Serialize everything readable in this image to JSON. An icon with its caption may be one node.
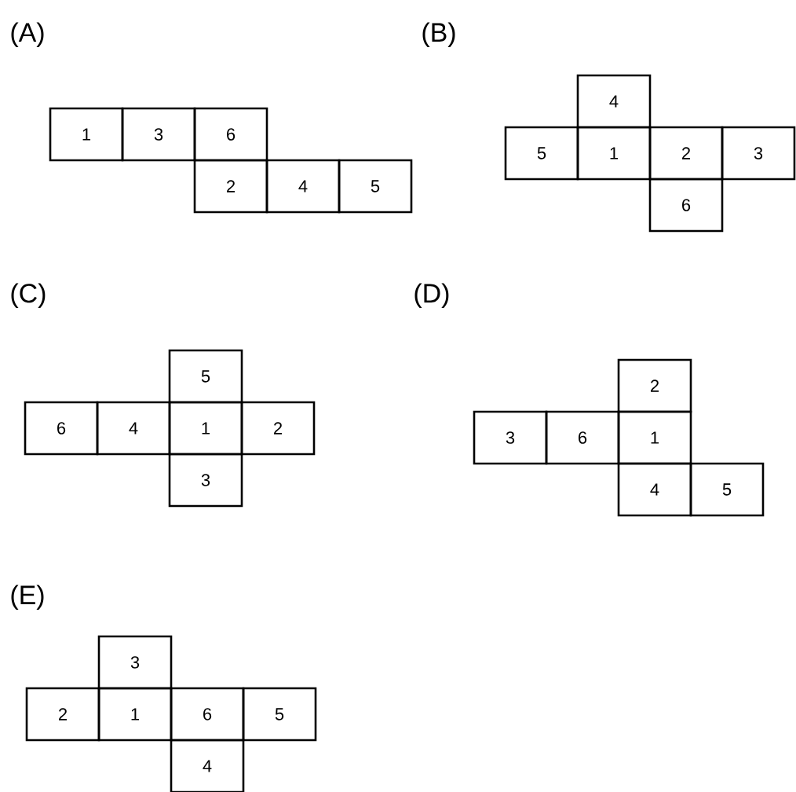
{
  "diagram": {
    "nodes": [
      {
        "text": [
          "1"
        ]
      },
      {
        "text": [
          "3"
        ]
      },
      {
        "text": [
          "6"
        ]
      },
      {
        "text": [
          "2"
        ]
      },
      {
        "text": [
          "4"
        ]
      },
      {
        "text": [
          "5"
        ]
      },
      {
        "text": [
          "4"
        ]
      },
      {
        "text": [
          "5"
        ]
      },
      {
        "text": [
          "1"
        ]
      },
      {
        "text": [
          "2"
        ]
      },
      {
        "text": [
          "3"
        ]
      },
      {
        "text": [
          "6"
        ]
      },
      {
        "text": [
          "5"
        ]
      },
      {
        "text": [
          "6"
        ]
      },
      {
        "text": [
          "4"
        ]
      },
      {
        "text": [
          "1"
        ]
      },
      {
        "text": [
          "2"
        ]
      },
      {
        "text": [
          "3"
        ]
      },
      {
        "text": [
          "2"
        ]
      },
      {
        "text": [
          "3"
        ]
      },
      {
        "text": [
          "6"
        ]
      },
      {
        "text": [
          "1"
        ]
      },
      {
        "text": [
          "4"
        ]
      },
      {
        "text": [
          "5"
        ]
      },
      {
        "text": [
          "3"
        ]
      },
      {
        "text": [
          "2"
        ]
      },
      {
        "text": [
          "1"
        ]
      },
      {
        "text": [
          "6"
        ]
      },
      {
        "text": [
          "5"
        ]
      },
      {
        "text": [
          "4"
        ]
      }
    ],
    "labels": [
      "(A)",
      "(B)",
      "(C)",
      "(D)",
      "(E)"
    ]
  }
}
